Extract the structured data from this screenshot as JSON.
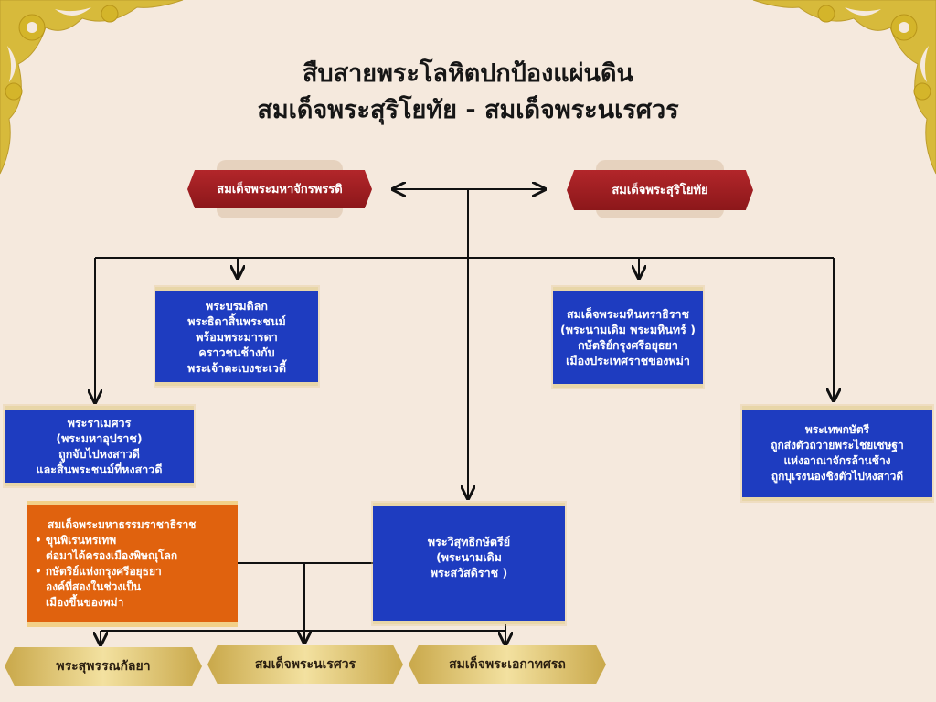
{
  "title": {
    "line1": "สืบสายพระโลหิตปกป้องแผ่นดิน",
    "line2": "สมเด็จพระสุริโยทัย - สมเด็จพระนเรศวร"
  },
  "parents": {
    "father": "สมเด็จพระมหาจักรพรรดิ",
    "mother": "สมเด็จพระสุริโยทัย"
  },
  "children": {
    "boromdilok": [
      "พระบรมดิลก",
      "พระธิดาสิ้นพระชนม์",
      "พร้อมพระมารดา",
      "คราวชนช้างกับ",
      "พระเจ้าตะเบงชะเวตี้"
    ],
    "mahinthrathirat": [
      "สมเด็จพระมหินทราธิราช",
      "(พระนามเดิม พระมหินทร์ )",
      "กษัตริย์กรุงศรีอยุธยา",
      "เมืองประเทศราชของพม่า"
    ],
    "ramesuan": [
      "พระราเมศวร",
      "(พระมหาอุปราช)",
      "ถูกจับไปหงสาวดี",
      "และสิ้นพระชนม์ที่หงสาวดี"
    ],
    "thepkasattri": [
      "พระเทพกษัตรี",
      "ถูกส่งตัวถวายพระไชยเชษฐา",
      "แห่งอาณาจักรล้านช้าง",
      "ถูกบุเรงนองชิงตัวไปหงสาวดี"
    ],
    "wisutkasattri": [
      "พระวิสุทธิกษัตรีย์",
      "(พระนามเดิม",
      "พระสวัสดิราช )"
    ]
  },
  "son_in_law": {
    "name": "สมเด็จพระมหาธรรมราชาธิราช",
    "bullets": [
      [
        "ขุนพิเรนทรเทพ",
        "ต่อมาได้ครองเมืองพิษณุโลก"
      ],
      [
        "กษัตริย์แห่งกรุงศรีอยุธยา",
        "องค์ที่สองในช่วงเป็น",
        "เมืองขึ้นของพม่า"
      ]
    ]
  },
  "grandchildren": [
    "พระสุพรรณกัลยา",
    "สมเด็จพระนเรศวร",
    "สมเด็จพระเอกาทศรถ"
  ],
  "colors": {
    "background": "#f5e9dd",
    "blue": "#1e3cc0",
    "orange": "#e0620e",
    "red": "#9e1b1e",
    "gold": "#d9c067"
  }
}
